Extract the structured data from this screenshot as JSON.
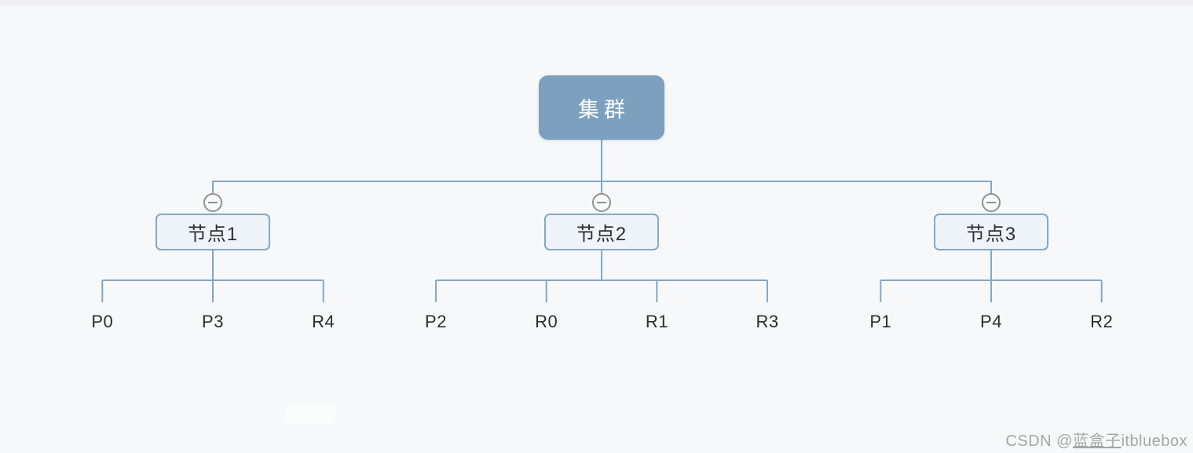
{
  "tree": {
    "root": {
      "label": "集群"
    },
    "nodes": [
      {
        "label": "节点1",
        "children": [
          "P0",
          "P3",
          "R4"
        ]
      },
      {
        "label": "节点2",
        "children": [
          "P2",
          "R0",
          "R1",
          "R3"
        ]
      },
      {
        "label": "节点3",
        "children": [
          "P1",
          "P4",
          "R2"
        ]
      }
    ]
  },
  "icons": {
    "collapse": "minus-circle-icon"
  },
  "colors": {
    "root_fill": "#7ca0be",
    "root_text": "#ffffff",
    "node_fill": "#eef4f9",
    "node_border": "#85a8c4",
    "line": "#86a7c3",
    "collapse_stroke": "#8e9295",
    "leaf_text": "#2c2c30",
    "watermark_text": "#a6a6a8",
    "background": "#f7f8f9"
  },
  "watermark": {
    "prefix": "CSDN @",
    "user": "蓝盒子",
    "suffix": "itbluebox"
  }
}
